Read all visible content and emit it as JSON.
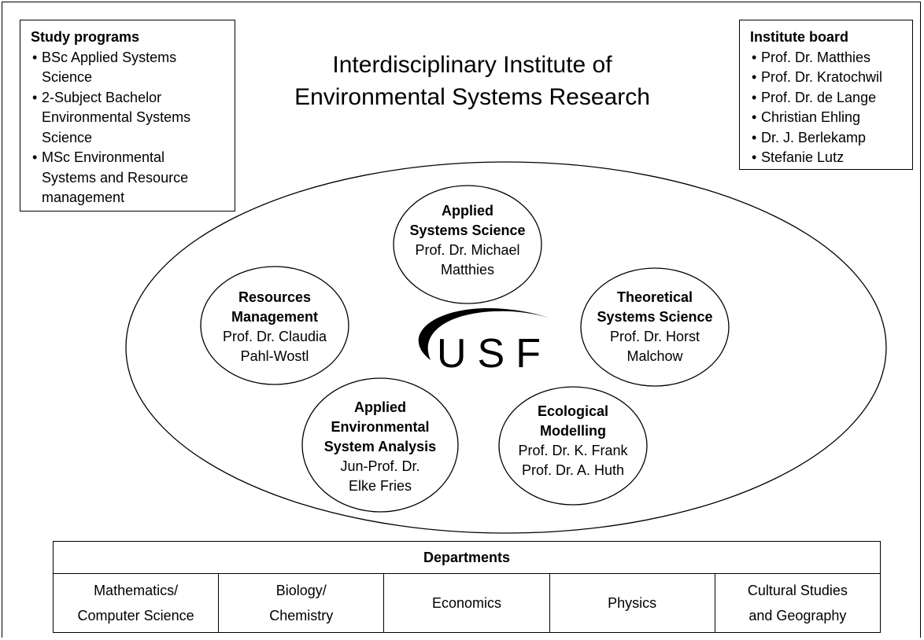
{
  "title": {
    "line1": "Interdisciplinary Institute of",
    "line2": "Environmental Systems Research"
  },
  "study_programs": {
    "heading": "Study programs",
    "items": [
      [
        "BSc Applied Systems",
        "Science"
      ],
      [
        "2-Subject Bachelor",
        "Environmental Systems",
        "Science"
      ],
      [
        "MSc Environmental",
        "Systems and Resource",
        "management"
      ]
    ]
  },
  "institute_board": {
    "heading": "Institute board",
    "items": [
      "Prof. Dr. Matthies",
      "Prof. Dr. Kratochwil",
      "Prof. Dr. de Lange",
      "Christian Ehling",
      "Dr. J. Berlekamp",
      "Stefanie Lutz"
    ]
  },
  "logo": {
    "text": "USF"
  },
  "groups": [
    {
      "name": [
        "Applied",
        "Systems Science"
      ],
      "people": [
        "Prof. Dr. Michael",
        "Matthies"
      ]
    },
    {
      "name": [
        "Resources",
        "Management"
      ],
      "people": [
        "Prof. Dr. Claudia",
        "Pahl-Wostl"
      ]
    },
    {
      "name": [
        "Theoretical",
        "Systems Science"
      ],
      "people": [
        "Prof. Dr. Horst",
        "Malchow"
      ]
    },
    {
      "name": [
        "Applied",
        "Environmental",
        "System Analysis"
      ],
      "people": [
        "Jun-Prof. Dr.",
        "Elke Fries"
      ]
    },
    {
      "name": [
        "Ecological",
        "Modelling"
      ],
      "people": [
        "Prof. Dr. K. Frank",
        "Prof. Dr. A. Huth"
      ]
    }
  ],
  "departments": {
    "heading": "Departments",
    "items": [
      [
        "Mathematics/",
        "Computer Science"
      ],
      [
        "Biology/",
        "Chemistry"
      ],
      [
        "Economics"
      ],
      [
        "Physics"
      ],
      [
        "Cultural Studies",
        "and Geography"
      ]
    ]
  }
}
